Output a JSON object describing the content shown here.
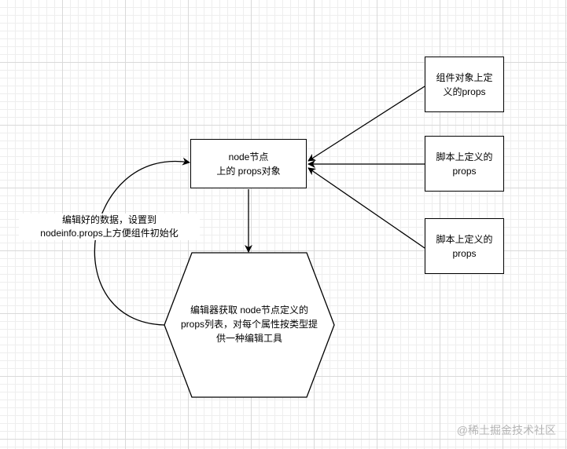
{
  "nodes": {
    "props_node": {
      "line1": "node节点",
      "line2": "上的 props对象"
    },
    "component_source": {
      "line1": "组件对象上定",
      "line2": "义的props"
    },
    "script_source_1": {
      "line1": "脚本上定义的",
      "line2": "props"
    },
    "script_source_2": {
      "line1": "脚本上定义的",
      "line2": "props"
    },
    "editor_hexagon": {
      "line1": "编辑器获取 node节点定义的",
      "line2": "props列表，对每个属性按类型提",
      "line3": "供一种编辑工具"
    }
  },
  "loop_label": {
    "line1": "编辑好的数据，设置到",
    "line2": "nodeinfo.props上方便组件初始化"
  },
  "watermark": "@稀土掘金技术社区",
  "colors": {
    "stroke": "#000000",
    "grid_major": "#d9d9d9",
    "grid_minor": "#eeeeee",
    "watermark": "#b5b5b5"
  }
}
